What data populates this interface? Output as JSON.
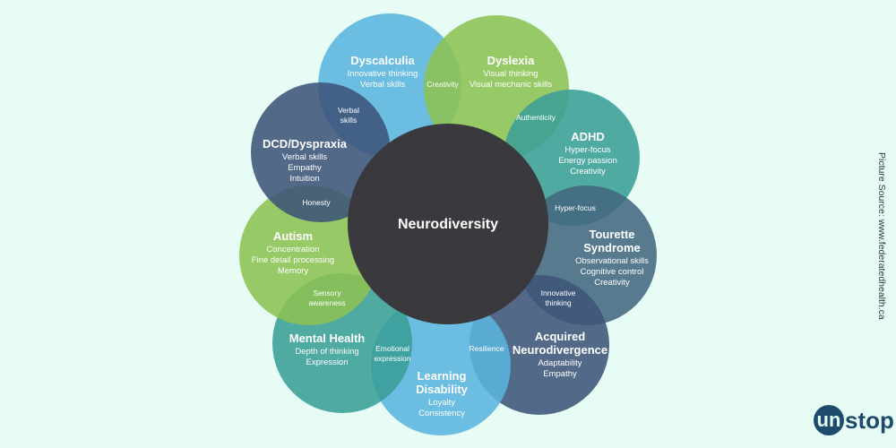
{
  "center": {
    "label": "Neurodiversity",
    "color": "#3a393d"
  },
  "conditions": [
    {
      "name": "Dyscalculia",
      "traits": [
        "Innovative thinking",
        "Verbal skills"
      ],
      "color": "#5ab4de"
    },
    {
      "name": "Dyslexia",
      "traits": [
        "Visual thinking",
        "Visual mechanic skills"
      ],
      "color": "#8dc153"
    },
    {
      "name": "ADHD",
      "traits": [
        "Hyper-focus",
        "Energy passion",
        "Creativity"
      ],
      "color": "#3a9e96"
    },
    {
      "name": "Tourette Syndrome",
      "traits": [
        "Observational skills",
        "Cognitive control",
        "Creativity"
      ],
      "color": "#44687f"
    },
    {
      "name": "Acquired Neurodivergence",
      "traits": [
        "Adaptability",
        "Empathy"
      ],
      "color": "#3d5479"
    },
    {
      "name": "Learning Disability",
      "traits": [
        "Loyalty",
        "Consistency"
      ],
      "color": "#5ab4de"
    },
    {
      "name": "Mental Health",
      "traits": [
        "Depth of thinking",
        "Expression"
      ],
      "color": "#3a9e96"
    },
    {
      "name": "Autism",
      "traits": [
        "Concentration",
        "Fine detail processing",
        "Memory"
      ],
      "color": "#8dc153"
    },
    {
      "name": "DCD/Dyspraxia",
      "traits": [
        "Verbal skills",
        "Empathy",
        "Intuition"
      ],
      "color": "#3d5479"
    }
  ],
  "overlaps": [
    "Creativity",
    "Authenticity",
    "Hyper-focus",
    "Innovative thinking",
    "Resilience",
    "Emotional expression",
    "Sensory awareness",
    "Honesty",
    "Verbal skills"
  ],
  "source": "Picture Source: www.federatedhealth.ca",
  "logo": {
    "badge": "un",
    "rest": "stop"
  }
}
